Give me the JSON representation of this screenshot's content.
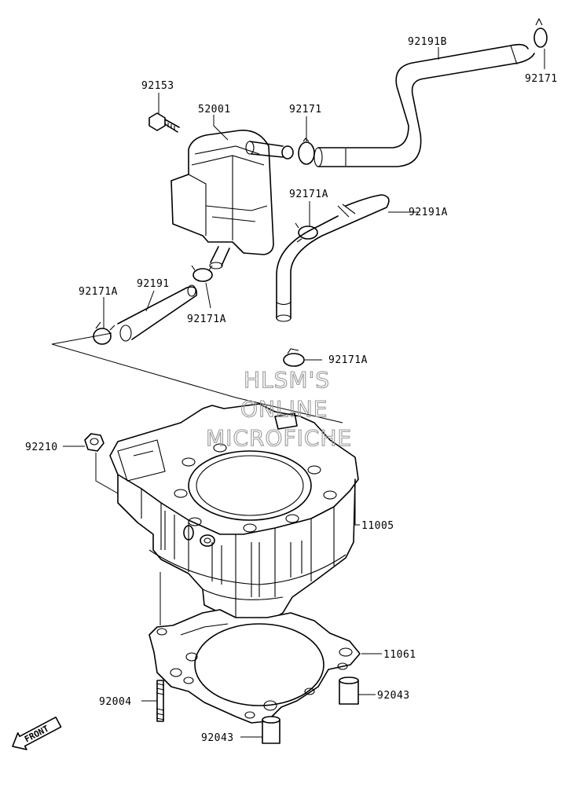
{
  "labels": {
    "p92191B": "92191B",
    "p92171_top": "92171",
    "p92171_mid": "92171",
    "p92153": "92153",
    "p52001": "52001",
    "p92171A_a": "92171A",
    "p92191A": "92191A",
    "p92191": "92191",
    "p92171A_b": "92171A",
    "p92171A_c": "92171A",
    "p92171A_d": "92171A",
    "p92210": "92210",
    "p11005": "11005",
    "p11061": "11061",
    "p92004": "92004",
    "p92043_r": "92043",
    "p92043_b": "92043"
  },
  "watermark": {
    "line1": "HLSM'S",
    "line2": "ONLINE",
    "line3": "MICROFICHE"
  },
  "front_marker": "FRONT",
  "colors": {
    "ink": "#000000",
    "watermark": "#9a9a9a",
    "background": "#ffffff"
  }
}
